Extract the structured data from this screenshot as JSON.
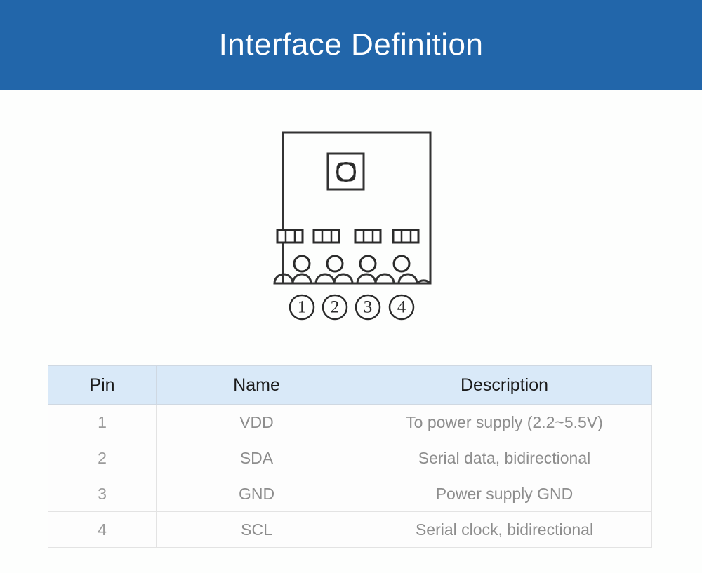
{
  "header": {
    "title": "Interface Definition",
    "background_color": "#2266AA",
    "text_color": "#FFFFFF"
  },
  "diagram": {
    "name": "sensor-module-pinout",
    "board_outline_color": "#333333",
    "sensor_label": "sensor-package",
    "pad_count": 4,
    "pin_hole_count": 4,
    "pin_markers": [
      "①",
      "②",
      "③",
      "④"
    ]
  },
  "table": {
    "header_background": "#D9E9F8",
    "columns": [
      "Pin",
      "Name",
      "Description"
    ],
    "rows": [
      {
        "pin": "1",
        "name": "VDD",
        "description": "To power supply (2.2~5.5V)"
      },
      {
        "pin": "2",
        "name": "SDA",
        "description": "Serial data, bidirectional"
      },
      {
        "pin": "3",
        "name": "GND",
        "description": "Power supply GND"
      },
      {
        "pin": "4",
        "name": "SCL",
        "description": "Serial clock, bidirectional"
      }
    ]
  }
}
